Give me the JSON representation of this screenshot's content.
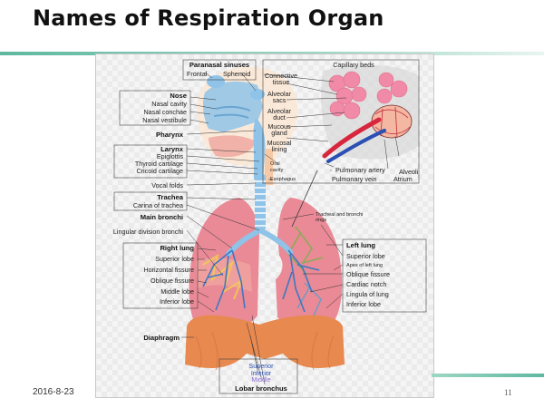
{
  "slide": {
    "title": "Names of Respiration Organ",
    "date": "2016-8-23",
    "page_number": "11"
  },
  "diagram": {
    "paranasal_sinuses": "Paranasal sinuses",
    "frontal": "Frontal",
    "sphenoid": "Sphenoid",
    "nose": "Nose",
    "nasal_cavity": "Nasal cavity",
    "nasal_conchae": "Nasal conchae",
    "nasal_vestibule": "Nasal vestibule",
    "pharynx": "Pharynx",
    "larynx": "Larynx",
    "epiglottis": "Epiglottis",
    "thyroid_cartilage": "Thyroid cartilage",
    "cricoid_cartilage": "Cricoid cartilage",
    "vocal_folds": "Vocal folds",
    "trachea": "Trachea",
    "carina_of_trachea": "Carina of trachea",
    "main_bronchi": "Main bronchi",
    "lingular_division_bronchi": "Lingular division bronchi",
    "right_lung": "Right lung",
    "right_superior_lobe": "Superior lobe",
    "horizontal_fissure": "Horizontal fissure",
    "right_oblique_fissure": "Oblique fissure",
    "middle_lobe": "Middle lobe",
    "right_inferior_lobe": "Inferior lobe",
    "diaphragm": "Diaphragm",
    "capillary_beds": "Capillary beds",
    "connective_tissue_1": "Connective",
    "connective_tissue_2": "tissue",
    "alveolar_sacs_1": "Alveolar",
    "alveolar_sacs_2": "sacs",
    "alveolar_duct_1": "Alveolar",
    "alveolar_duct_2": "duct",
    "mucous_gland_1": "Mucous",
    "mucous_gland_2": "gland",
    "mucosal_lining_1": "Mucosal",
    "mucosal_lining_2": "lining",
    "oral_cavity_1": "Oral",
    "oral_cavity_2": "cavity",
    "esophagus": "Esophagus",
    "pulmonary_artery": "Pulmonary artery",
    "pulmonary_vein": "Pulmonary vein",
    "alveoli": "Alveoli",
    "atrium": "Atrium",
    "tracheal_rings_1": "Tracheal and bronchi",
    "tracheal_rings_2": "rings",
    "left_lung": "Left lung",
    "left_superior_lobe": "Superior lobe",
    "apex_of_left_lung": "Apex of left lung",
    "left_oblique_fissure": "Oblique fissure",
    "cardiac_notch": "Cardiac notch",
    "lingula_of_lung": "Lingula of lung",
    "left_inferior_lobe": "Inferior lobe",
    "lobar_superior": "Superior",
    "lobar_inferior": "Inferior",
    "lobar_middle": "Middle",
    "lobar_bronchus": "Lobar bronchus"
  },
  "colors": {
    "accent": "#5fb8a0",
    "lung": "#e98a96",
    "diaphragm": "#e8894f",
    "airway": "#8fc3e8",
    "alveoli": "#f08aa6",
    "artery": "#d7263d",
    "vein": "#2b4fb3"
  }
}
